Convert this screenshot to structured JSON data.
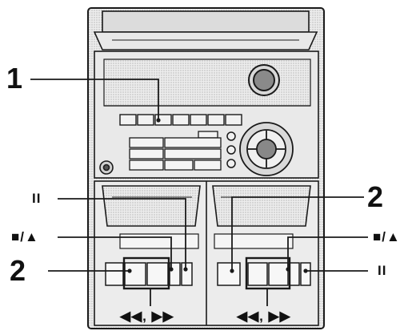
{
  "callouts": {
    "one": "1",
    "two_right": "2",
    "two_left": "2",
    "pause_top_left": "II",
    "pause_bottom_right": "II",
    "stop_eject_left": "■/▲",
    "stop_eject_right": "■/▲",
    "rew_ff_left": "◀◀, ▶▶",
    "rew_ff_right": "◀◀, ▶▶"
  },
  "colors": {
    "line": "#1a1a1a",
    "panel": "#e6e6e6",
    "shade": "#bcbcbc",
    "dark": "#555555"
  }
}
